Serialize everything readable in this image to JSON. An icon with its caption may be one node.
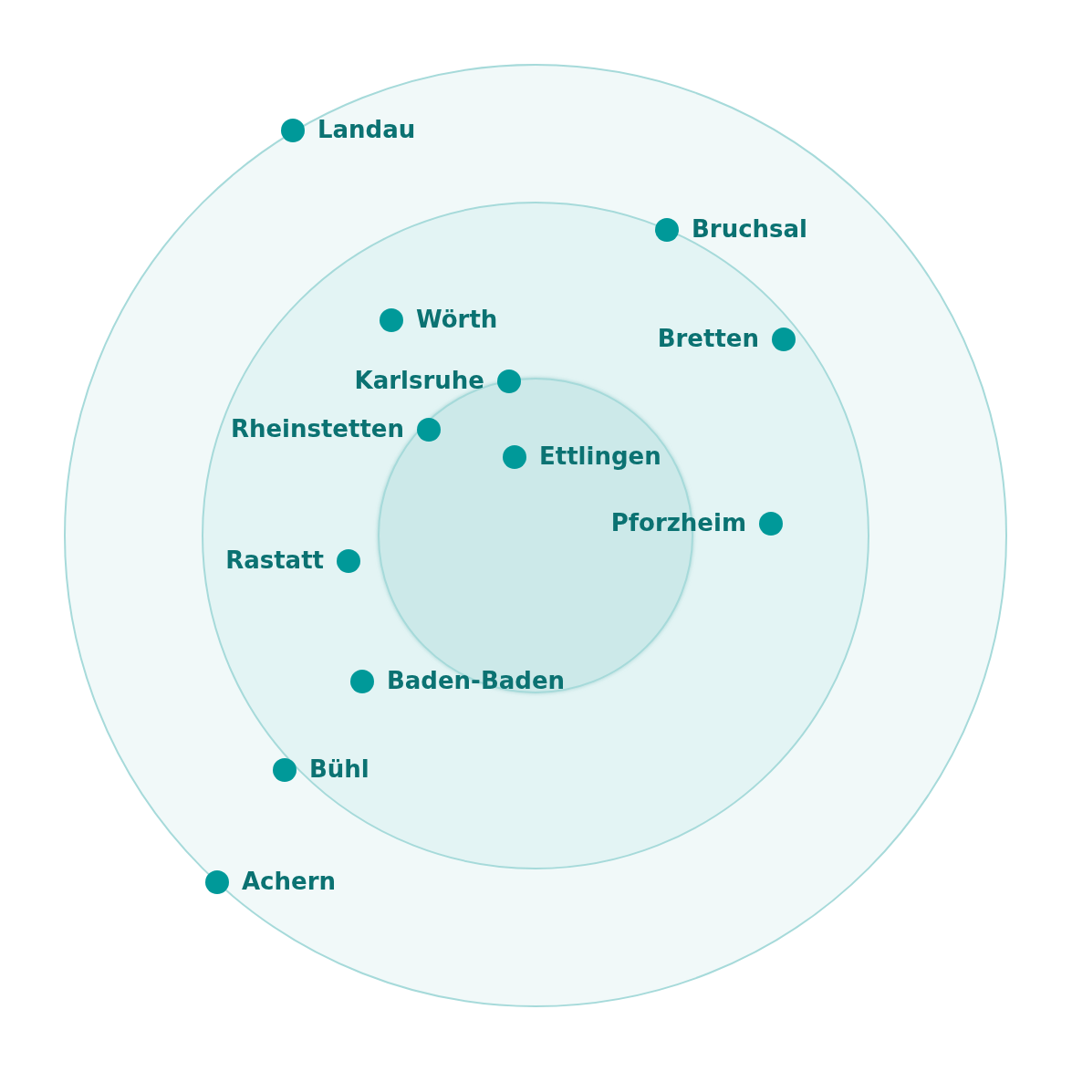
{
  "diagram": {
    "labels": [
      "Landau",
      "Bruchsal",
      "Wörth",
      "Bretten",
      "Karlsruhe",
      "Rheinstetten",
      "Ettlingen",
      "Pforzheim",
      "Rastatt",
      "Baden-Baden",
      "Bühl",
      "Achern"
    ]
  }
}
